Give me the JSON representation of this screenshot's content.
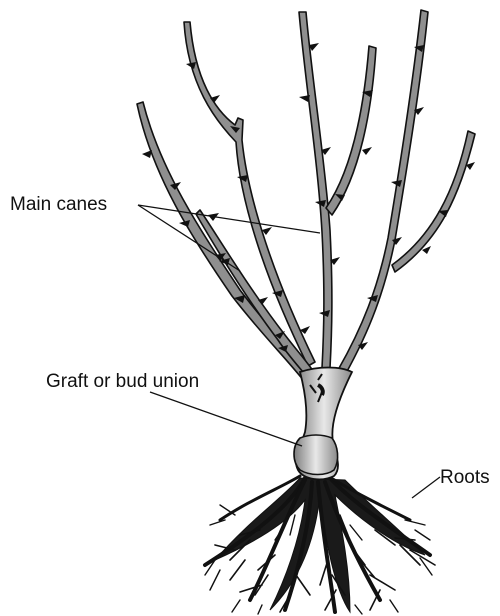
{
  "labels": {
    "main_canes": "Main canes",
    "graft": "Graft or bud union",
    "roots": "Roots"
  },
  "colors": {
    "cane_fill": "#8f8f8f",
    "outline": "#111111",
    "union_highlight": "#e6e6e6",
    "background": "#ffffff"
  }
}
